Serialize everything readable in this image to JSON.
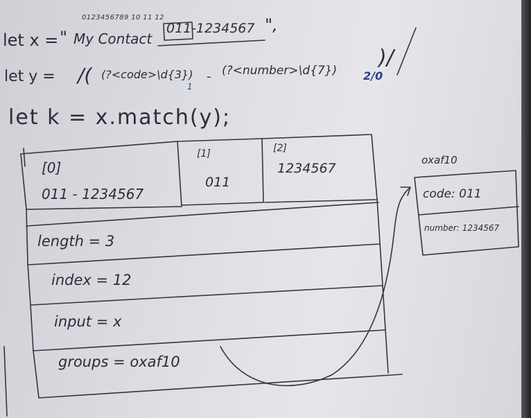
{
  "code": {
    "line1": {
      "prefix": "let x =",
      "open_quote": "\"",
      "text": "My Contact",
      "highlight": "011",
      "rest": "-1234567",
      "close_quote": "\","
    },
    "index_ruler": "0123456789 10 11 12",
    "line2": {
      "prefix": "let y =",
      "slash_open": "/(",
      "group1": "(?<code>\\d{3})",
      "dash": "-",
      "group2": "(?<number>\\d{7})",
      "slash_close": ")/",
      "group_sub_1": "1",
      "group_sub_2": "2/0"
    },
    "line3": "let k = x.match(y);"
  },
  "match_array": {
    "cells": [
      {
        "index": "[0]",
        "value": "011 - 1234567"
      },
      {
        "index": "[1]",
        "value": "011"
      },
      {
        "index": "[2]",
        "value": "1234567"
      }
    ],
    "properties": [
      {
        "label": "length = 3"
      },
      {
        "label": "index = 12"
      },
      {
        "label": "input = x"
      },
      {
        "label": "groups = oxaf10"
      }
    ]
  },
  "groups_object": {
    "address": "oxaf10",
    "fields": [
      {
        "label": "code: 011"
      },
      {
        "label": "number: 1234567"
      }
    ]
  }
}
